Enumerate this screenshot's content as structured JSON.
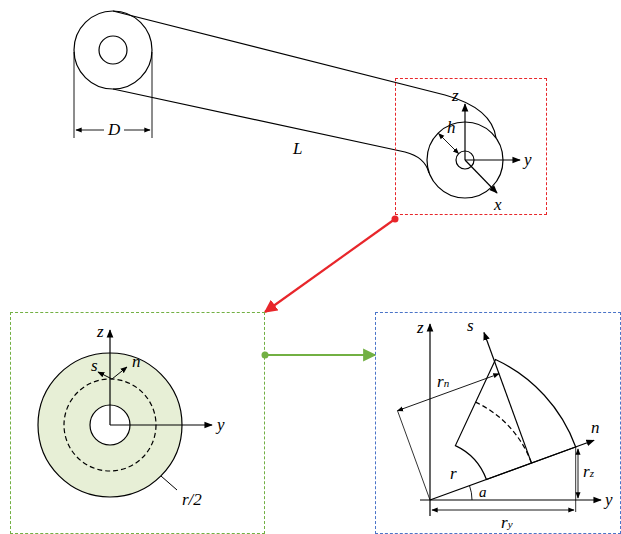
{
  "diagram": {
    "nodes": [
      {
        "text": [
          "z",
          "h",
          "y",
          "x"
        ]
      },
      {
        "text": [
          "z",
          "s",
          "n",
          "y",
          "r/2"
        ]
      },
      {
        "text": [
          "z",
          "s",
          "rn",
          "n",
          "r",
          "a",
          "ry",
          "rz",
          "y"
        ]
      }
    ],
    "edges": [
      {
        "from": 0,
        "to": 1,
        "arrow": "to"
      },
      {
        "from": 1,
        "to": 2,
        "arrow": "to"
      }
    ],
    "labels": [
      "D",
      "L"
    ]
  }
}
